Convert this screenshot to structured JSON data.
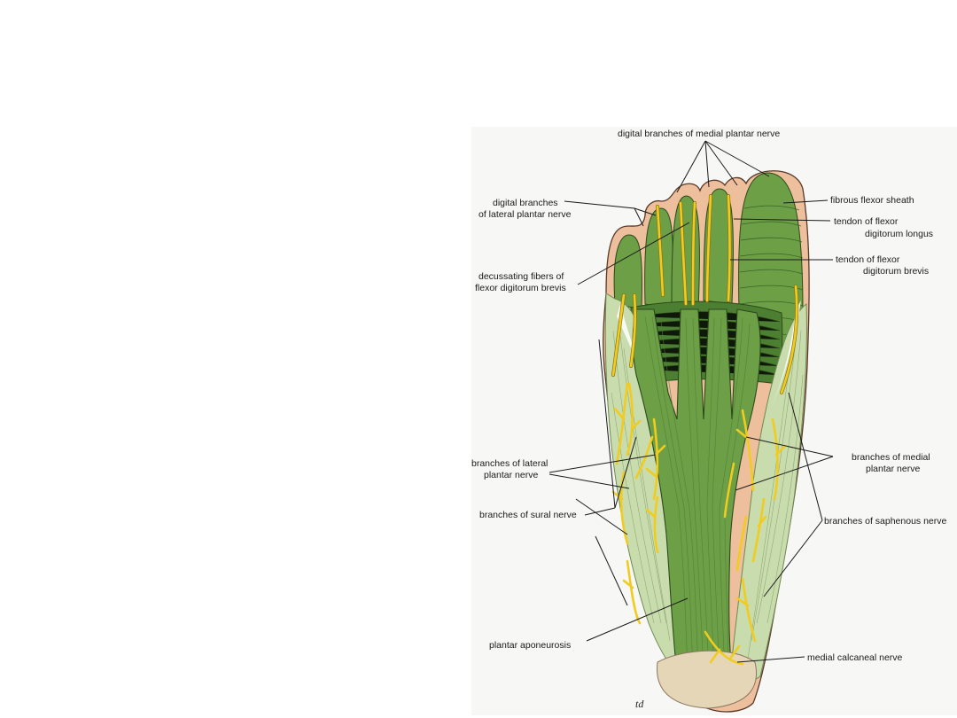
{
  "figure": {
    "labels": {
      "digital_medial": "digital branches of medial plantar nerve",
      "digital_lateral_1": "digital branches",
      "digital_lateral_2": "of lateral plantar nerve",
      "fibrous_sheath": "fibrous flexor sheath",
      "fdl_1": "tendon of flexor",
      "fdl_2": "digitorum longus",
      "fdb_1": "tendon of flexor",
      "fdb_2": "digitorum brevis",
      "decussating_1": "decussating fibers of",
      "decussating_2": "flexor digitorum brevis",
      "lateral_plantar_1": "branches of lateral",
      "lateral_plantar_2": "plantar nerve",
      "medial_plantar_1": "branches of medial",
      "medial_plantar_2": "plantar nerve",
      "sural": "branches of sural nerve",
      "saphenous": "branches of saphenous nerve",
      "aponeurosis": "plantar aponeurosis",
      "calcaneal": "medial calcaneal nerve",
      "signature": "td"
    },
    "colors": {
      "skin": "#eebf9c",
      "muscle": "#6d9f47",
      "fascia": "#c9dcae",
      "nerve": "#f1cc1f",
      "heel_pad": "#e6d6b8"
    }
  }
}
